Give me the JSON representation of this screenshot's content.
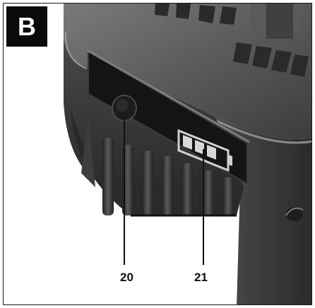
{
  "figure": {
    "panel_label": "B",
    "callouts": [
      {
        "number": "20",
        "target": "button"
      },
      {
        "number": "21",
        "target": "battery-charge-indicator"
      }
    ]
  },
  "colors": {
    "housing_dark": "#2d2d2d",
    "housing_light": "#6b6b6b",
    "panel_bg": "#111111",
    "indicator_segments": "#d8d8d8"
  },
  "icons": {
    "button": "round-push-button-icon",
    "indicator": "battery-level-icon"
  }
}
